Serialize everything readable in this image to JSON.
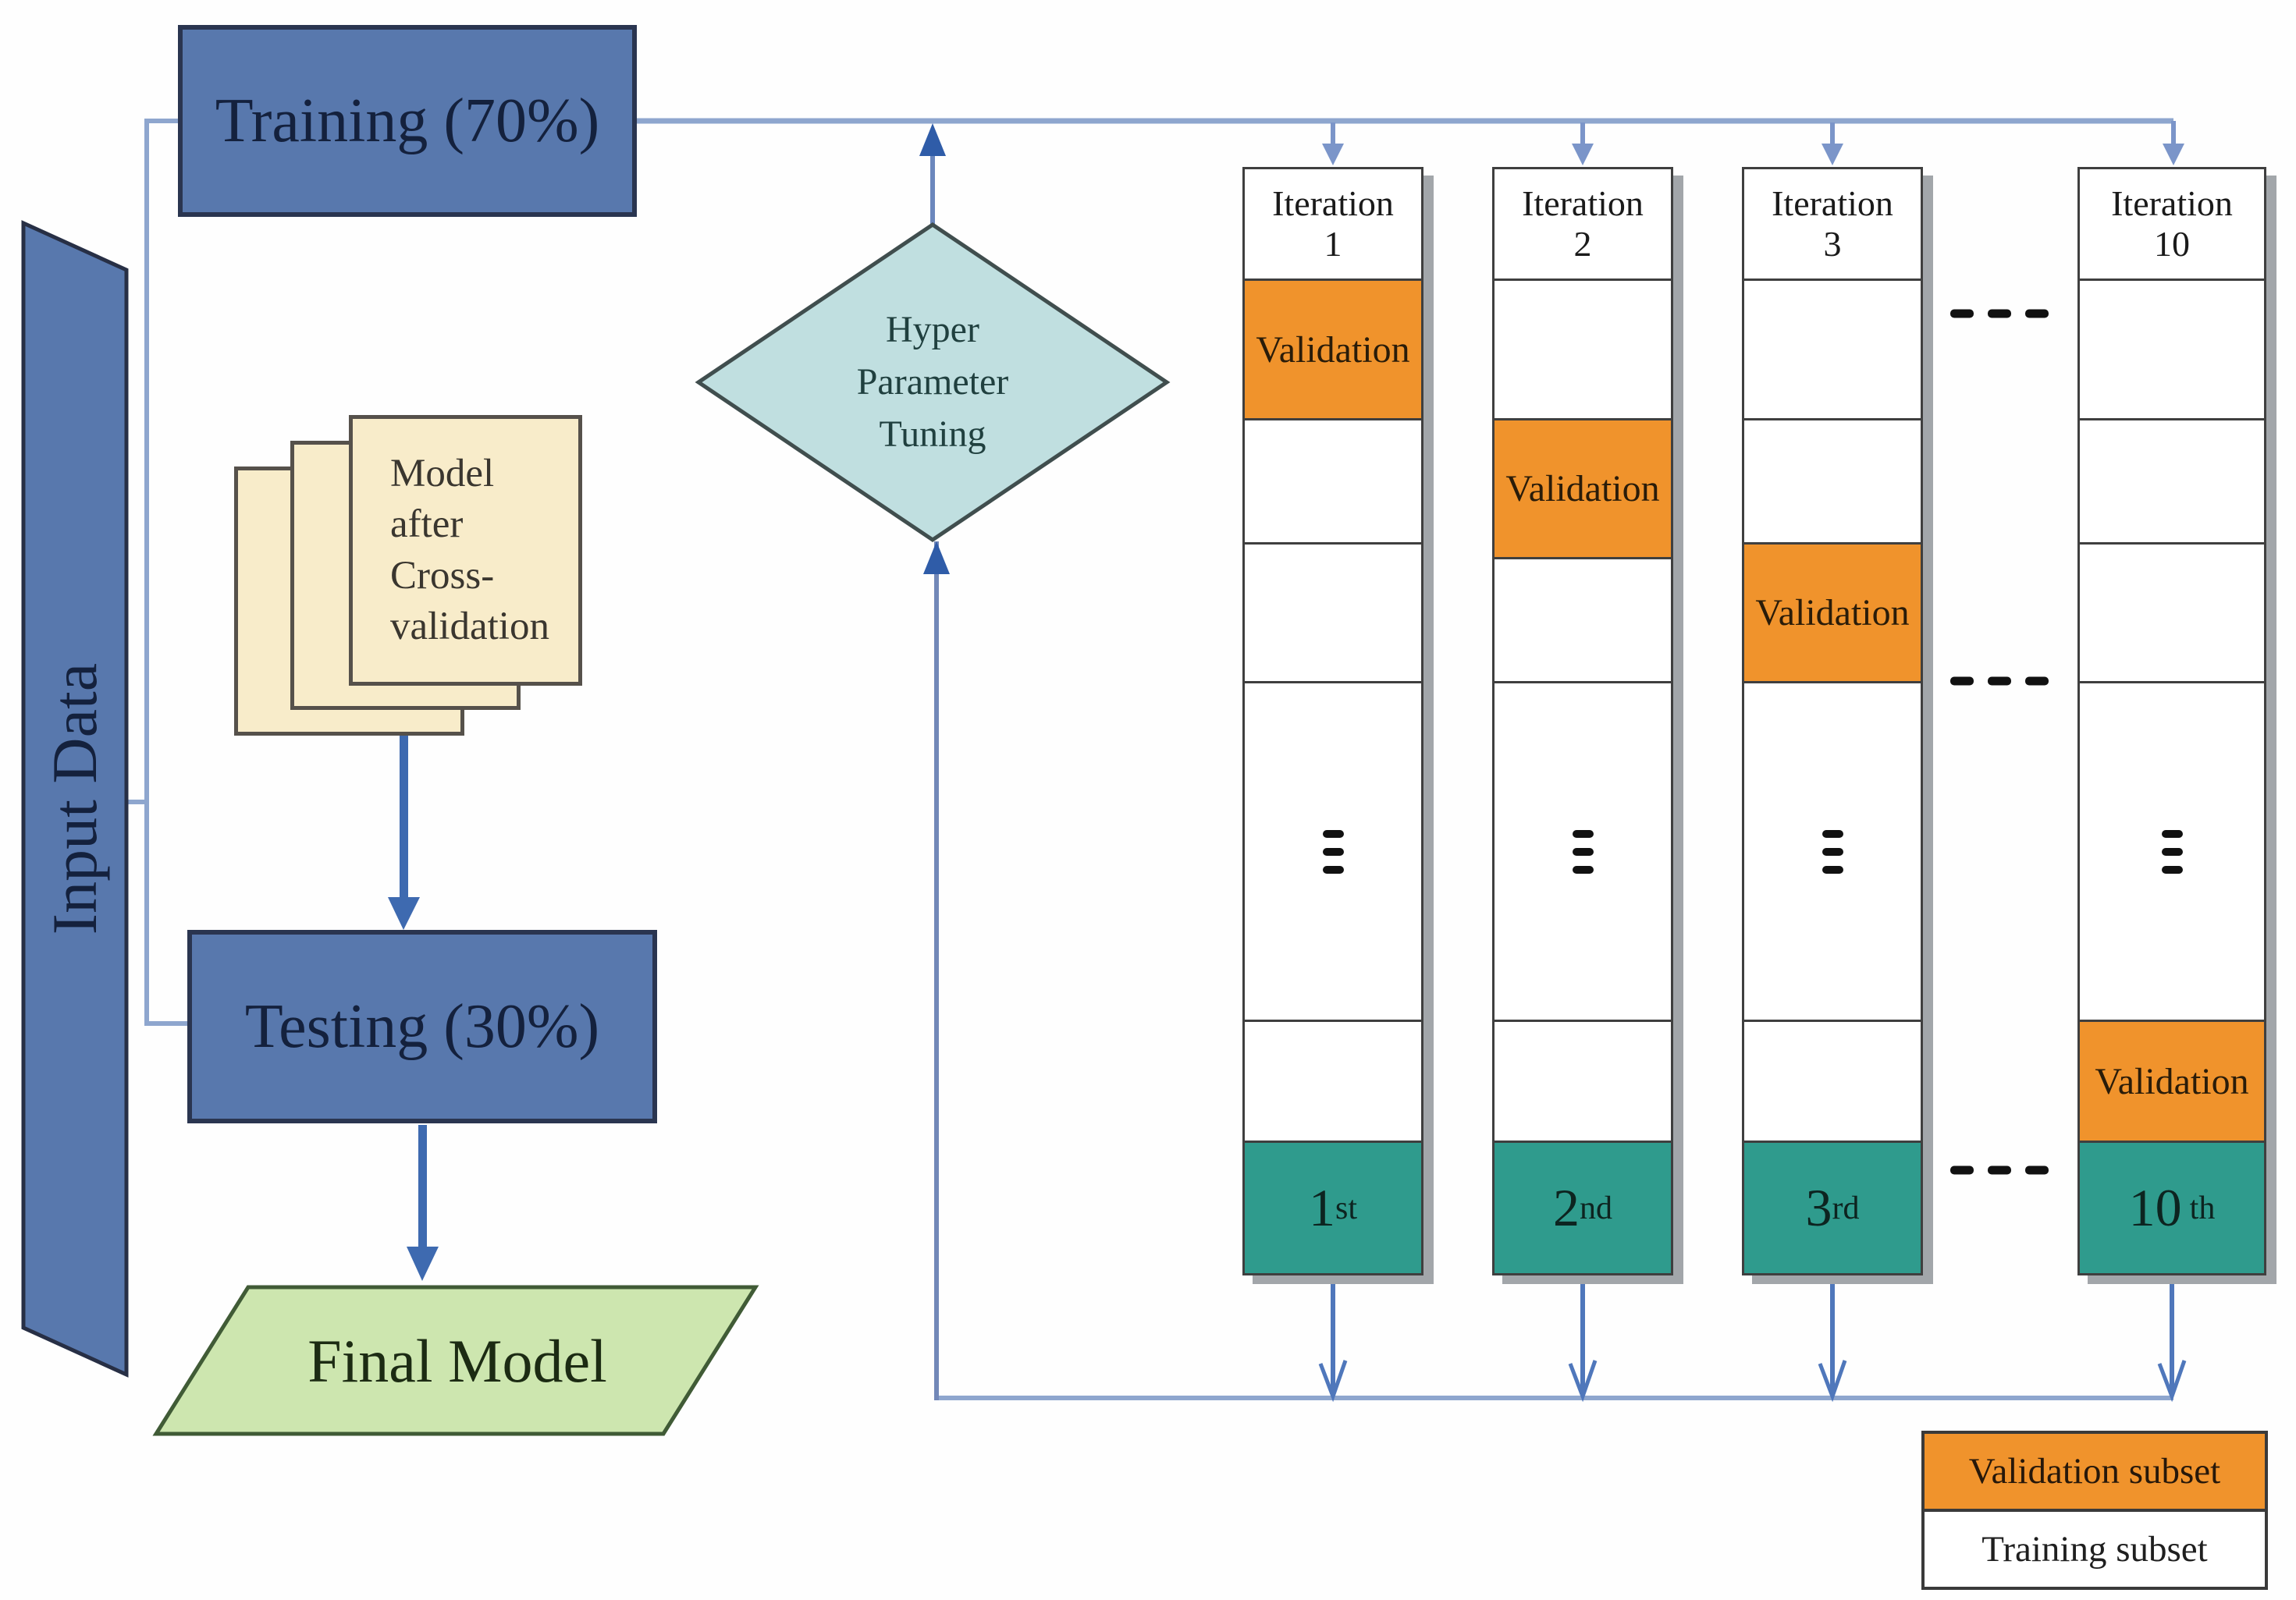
{
  "nodes": {
    "input_data": "Input Data",
    "training": "Training (70%)",
    "testing": "Testing (30%)",
    "model_stack_lines": [
      "Model",
      "after",
      "Cross-",
      "validation"
    ],
    "final_model": "Final Model",
    "hyper_tuning_lines": [
      "Hyper",
      "Parameter",
      "Tuning"
    ]
  },
  "cross_validation": {
    "iterations": [
      {
        "header": [
          "Iteration",
          "1"
        ],
        "validation_label": "Validation",
        "validation_fold_position": 1,
        "ordinal": {
          "base": "1",
          "sup": "st"
        }
      },
      {
        "header": [
          "Iteration",
          "2"
        ],
        "validation_label": "Validation",
        "validation_fold_position": 2,
        "ordinal": {
          "base": "2",
          "sup": "nd"
        }
      },
      {
        "header": [
          "Iteration",
          "3"
        ],
        "validation_label": "Validation",
        "validation_fold_position": 3,
        "ordinal": {
          "base": "3",
          "sup": "rd"
        }
      },
      {
        "header": [
          "Iteration",
          "10"
        ],
        "validation_label": "Validation",
        "validation_fold_position": 10,
        "ordinal": {
          "base": "10",
          "sup": "th"
        }
      }
    ]
  },
  "legend": {
    "validation": "Validation subset",
    "training": "Training subset"
  },
  "colors": {
    "process_box_blue": "#5878ad",
    "process_box_border": "#2a3550",
    "document_beige": "#f8ecca",
    "diamond_teal": "#c0dfe0",
    "final_model_green": "#cde6af",
    "validation_orange": "#f0932c",
    "fold_teal": "#2f9b8d",
    "connector_light_blue": "#8ea6ce",
    "arrow_blue": "#3e6ab0"
  }
}
